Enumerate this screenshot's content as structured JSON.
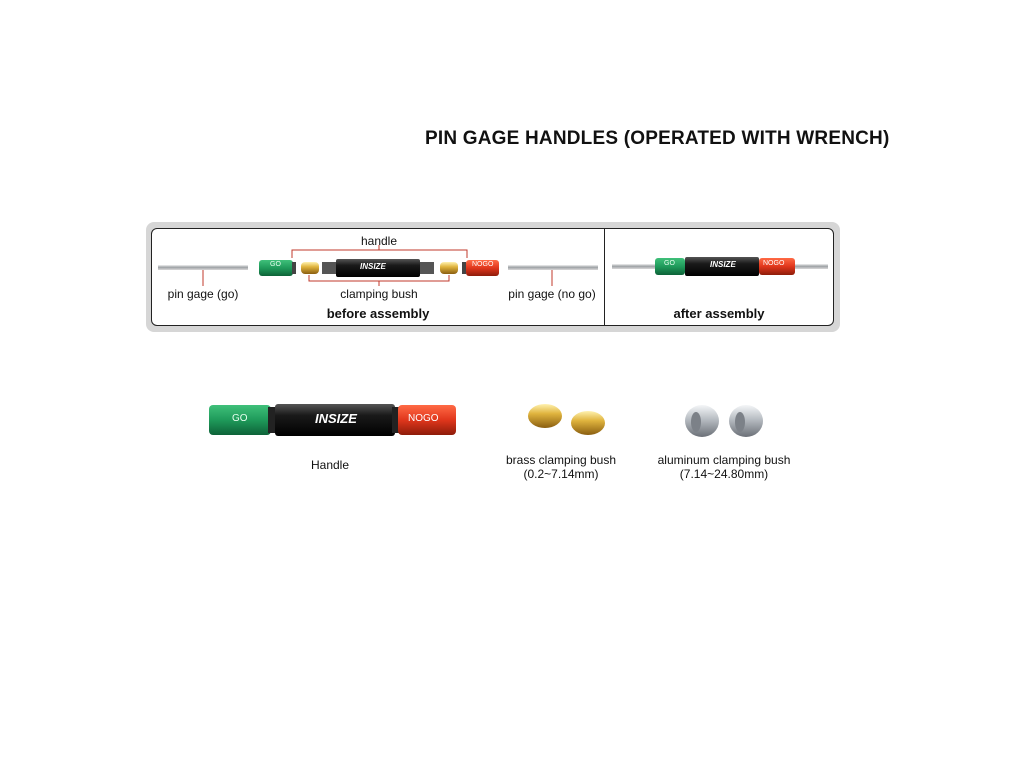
{
  "title": "PIN GAGE HANDLES (OPERATED WITH WRENCH)",
  "diagram": {
    "handle_label": "handle",
    "pin_go_label": "pin gage (go)",
    "clamping_bush_label": "clamping bush",
    "pin_nogo_label": "pin gage (no go)",
    "before_label": "before assembly",
    "after_label": "after assembly"
  },
  "parts": {
    "handle_caption": "Handle",
    "brass_caption": "brass clamping bush",
    "brass_range": "(0.2~7.14mm)",
    "aluminum_caption": "aluminum clamping bush",
    "aluminum_range": "(7.14~24.80mm)"
  },
  "handle_markings": {
    "brand": "INSIZE",
    "go": "GO",
    "nogo": "NOGO"
  },
  "colors": {
    "go_green": "#1f9a5a",
    "body_black": "#1a1a1a",
    "nogo_red": "#e0361c",
    "brass": "#d9a93a",
    "aluminum": "#b7bcc2"
  }
}
